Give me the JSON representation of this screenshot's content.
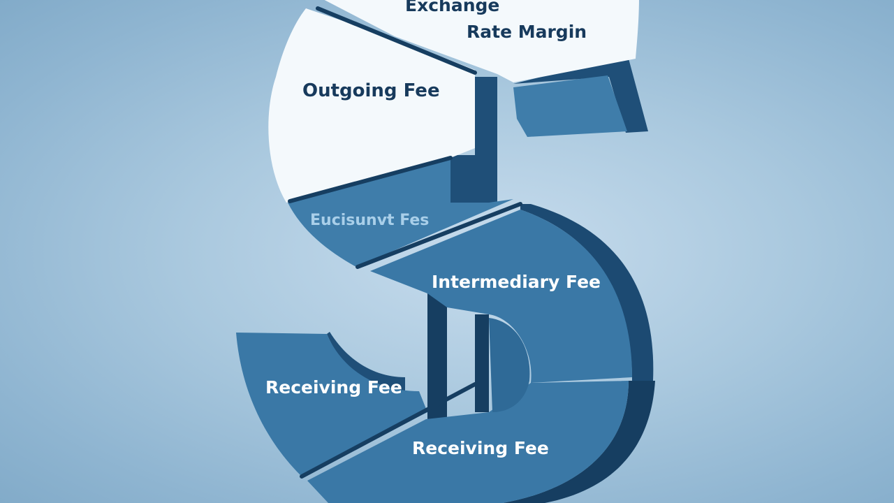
{
  "diagram": {
    "segments": [
      {
        "id": "exchange-rate-margin",
        "lines": [
          "Exchange",
          "Rate Margin"
        ],
        "fill": "#f4f9fc",
        "text_color": "#173a5c"
      },
      {
        "id": "outgoing-fee",
        "lines": [
          "Outgoing Fee"
        ],
        "fill": "#f4f9fc",
        "text_color": "#173a5c"
      },
      {
        "id": "exchange-fee-garbled",
        "lines": [
          "Eucisunvt Fes"
        ],
        "fill": "#3f7daa",
        "text_color": "#a9cfe9"
      },
      {
        "id": "intermediary-fee",
        "lines": [
          "Intermediary Fee"
        ],
        "fill": "#3a78a6",
        "text_color": "#ffffff"
      },
      {
        "id": "receiving-fee-left",
        "lines": [
          "Receiving Fee"
        ],
        "fill": "#3a78a6",
        "text_color": "#ffffff"
      },
      {
        "id": "receiving-fee-bottom",
        "lines": [
          "Receiving Fee"
        ],
        "fill": "#3a78a6",
        "text_color": "#ffffff"
      }
    ],
    "colors": {
      "light_face": "#f4f9fc",
      "blue_face": "#3a78a6",
      "side_dark": "#1f4f78",
      "side_darker": "#163e61",
      "label_dark": "#173a5c",
      "label_light": "#ffffff",
      "background": "#a9c8de"
    }
  }
}
